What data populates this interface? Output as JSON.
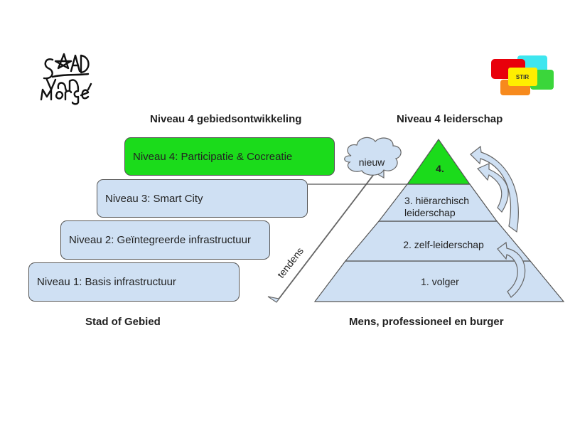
{
  "logo_left": {
    "text": "STAD VAN MORGEN"
  },
  "logo_right": {
    "text": "STIR"
  },
  "headings": {
    "left_top": "Niveau 4 gebiedsontwikkeling",
    "right_top": "Niveau 4 leiderschap",
    "left_bottom": "Stad of Gebied",
    "right_bottom": "Mens, professioneel en burger"
  },
  "levels": [
    {
      "label": "Niveau 1: Basis infrastructuur"
    },
    {
      "label": "Niveau 2: Geïntegreerde infrastructuur"
    },
    {
      "label": "Niveau 3: Smart City"
    },
    {
      "label": "Niveau 4: Participatie & Cocreatie"
    }
  ],
  "arrow": {
    "label": "tendens"
  },
  "cloud": {
    "label": "nieuw"
  },
  "pyramid": {
    "top": "4.",
    "level3_line1": "3. hiërarchisch",
    "level3_line2": "leiderschap",
    "level2": "2. zelf-leiderschap",
    "level1": "1. volger"
  },
  "colors": {
    "level_fill": "#cfe0f3",
    "highlight_green": "#1bdb1b",
    "stir_red": "#e8000b",
    "stir_cyan": "#3ee6ef",
    "stir_green": "#3bd63b",
    "stir_orange": "#f78a1d",
    "stir_yellow": "#ffee00"
  }
}
